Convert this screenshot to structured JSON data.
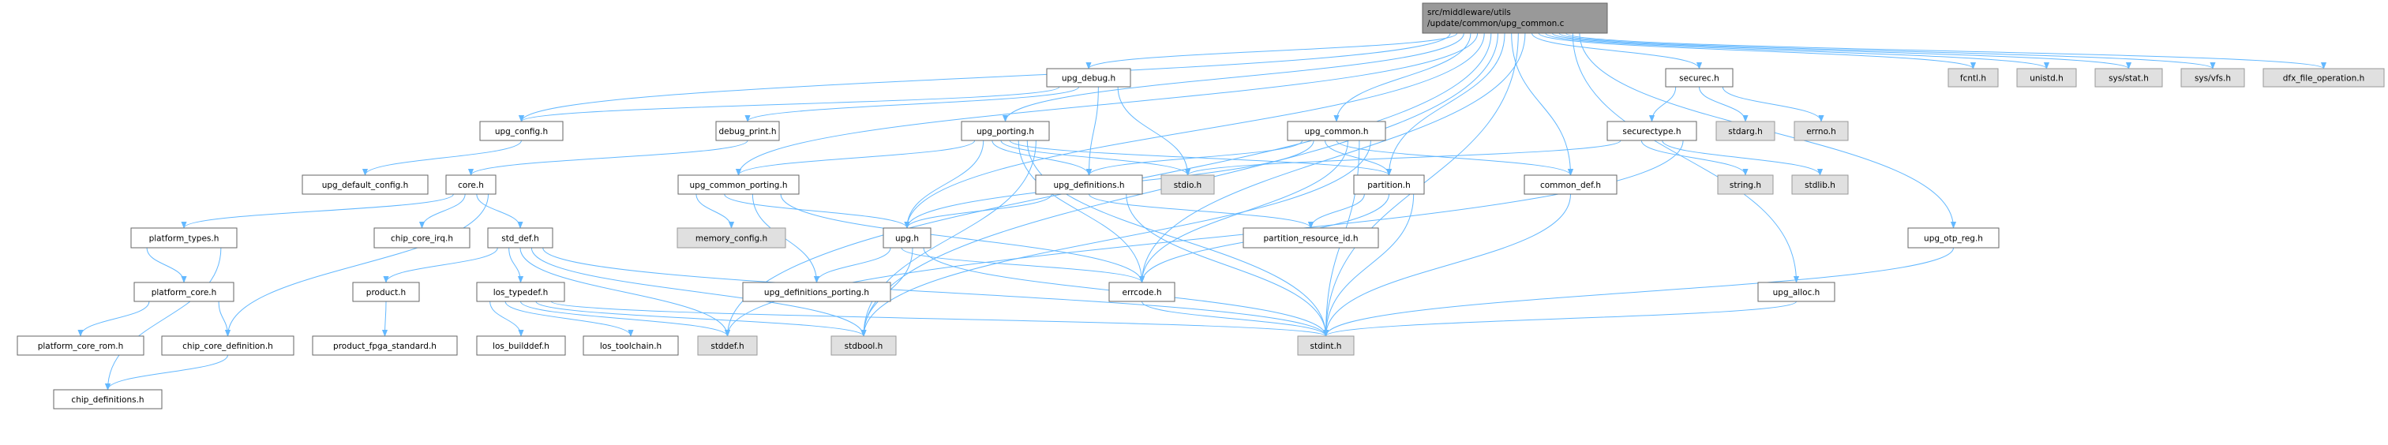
{
  "graph": {
    "root": {
      "id": "main",
      "lines": [
        "src/middleware/utils",
        "/update/common/upg_common.c"
      ]
    },
    "nodes": [
      {
        "id": "upg_config",
        "label": "upg_config.h",
        "kind": "local"
      },
      {
        "id": "debug_print",
        "label": "debug_print.h",
        "kind": "local"
      },
      {
        "id": "upg_default_config",
        "label": "upg_default_config.h",
        "kind": "local"
      },
      {
        "id": "core",
        "label": "core.h",
        "kind": "local"
      },
      {
        "id": "upg_common_porting",
        "label": "upg_common_porting.h",
        "kind": "local"
      },
      {
        "id": "platform_types",
        "label": "platform_types.h",
        "kind": "local"
      },
      {
        "id": "chip_core_irq",
        "label": "chip_core_irq.h",
        "kind": "local"
      },
      {
        "id": "std_def",
        "label": "std_def.h",
        "kind": "local"
      },
      {
        "id": "memory_config",
        "label": "memory_config.h",
        "kind": "system"
      },
      {
        "id": "platform_core",
        "label": "platform_core.h",
        "kind": "local"
      },
      {
        "id": "product",
        "label": "product.h",
        "kind": "local"
      },
      {
        "id": "los_typedef",
        "label": "los_typedef.h",
        "kind": "local"
      },
      {
        "id": "upg_definitions_porting",
        "label": "upg_definitions_porting.h",
        "kind": "local"
      },
      {
        "id": "platform_core_rom",
        "label": "platform_core_rom.h",
        "kind": "local"
      },
      {
        "id": "chip_core_definition",
        "label": "chip_core_definition.h",
        "kind": "local"
      },
      {
        "id": "product_fpga_standard",
        "label": "product_fpga_standard.h",
        "kind": "local"
      },
      {
        "id": "los_builddef",
        "label": "los_builddef.h",
        "kind": "local"
      },
      {
        "id": "los_toolchain",
        "label": "los_toolchain.h",
        "kind": "local"
      },
      {
        "id": "stddef",
        "label": "stddef.h",
        "kind": "system"
      },
      {
        "id": "chip_definitions",
        "label": "chip_definitions.h",
        "kind": "local"
      },
      {
        "id": "upg_debug",
        "label": "upg_debug.h",
        "kind": "local"
      },
      {
        "id": "upg_porting",
        "label": "upg_porting.h",
        "kind": "local"
      },
      {
        "id": "upg_common",
        "label": "upg_common.h",
        "kind": "local"
      },
      {
        "id": "upg_definitions",
        "label": "upg_definitions.h",
        "kind": "local"
      },
      {
        "id": "stdio",
        "label": "stdio.h",
        "kind": "system"
      },
      {
        "id": "partition",
        "label": "partition.h",
        "kind": "local"
      },
      {
        "id": "common_def",
        "label": "common_def.h",
        "kind": "local"
      },
      {
        "id": "upg",
        "label": "upg.h",
        "kind": "local"
      },
      {
        "id": "partition_resource_id",
        "label": "partition_resource_id.h",
        "kind": "local"
      },
      {
        "id": "errcode",
        "label": "errcode.h",
        "kind": "local"
      },
      {
        "id": "stdbool",
        "label": "stdbool.h",
        "kind": "system"
      },
      {
        "id": "stdint",
        "label": "stdint.h",
        "kind": "system"
      },
      {
        "id": "securec",
        "label": "securec.h",
        "kind": "local"
      },
      {
        "id": "fcntl",
        "label": "fcntl.h",
        "kind": "system"
      },
      {
        "id": "unistd",
        "label": "unistd.h",
        "kind": "system"
      },
      {
        "id": "sys_stat",
        "label": "sys/stat.h",
        "kind": "system"
      },
      {
        "id": "sys_vfs",
        "label": "sys/vfs.h",
        "kind": "system"
      },
      {
        "id": "dfx_file_operation",
        "label": "dfx_file_operation.h",
        "kind": "system"
      },
      {
        "id": "securectype",
        "label": "securectype.h",
        "kind": "local"
      },
      {
        "id": "stdarg",
        "label": "stdarg.h",
        "kind": "system"
      },
      {
        "id": "errno",
        "label": "errno.h",
        "kind": "system"
      },
      {
        "id": "string",
        "label": "string.h",
        "kind": "system"
      },
      {
        "id": "stdlib",
        "label": "stdlib.h",
        "kind": "system"
      },
      {
        "id": "upg_otp_reg",
        "label": "upg_otp_reg.h",
        "kind": "local"
      },
      {
        "id": "upg_alloc",
        "label": "upg_alloc.h",
        "kind": "local"
      }
    ],
    "edges": [
      [
        "main",
        "upg_config"
      ],
      [
        "main",
        "upg_debug"
      ],
      [
        "main",
        "upg_porting"
      ],
      [
        "main",
        "upg_common"
      ],
      [
        "main",
        "upg_common_porting"
      ],
      [
        "main",
        "upg"
      ],
      [
        "main",
        "stddef"
      ],
      [
        "main",
        "stdbool"
      ],
      [
        "main",
        "partition"
      ],
      [
        "main",
        "common_def"
      ],
      [
        "main",
        "stdint"
      ],
      [
        "main",
        "errcode"
      ],
      [
        "main",
        "securec"
      ],
      [
        "main",
        "fcntl"
      ],
      [
        "main",
        "unistd"
      ],
      [
        "main",
        "sys_stat"
      ],
      [
        "main",
        "sys_vfs"
      ],
      [
        "main",
        "dfx_file_operation"
      ],
      [
        "main",
        "upg_alloc"
      ],
      [
        "main",
        "upg_otp_reg"
      ],
      [
        "upg_debug",
        "upg_config"
      ],
      [
        "upg_debug",
        "debug_print"
      ],
      [
        "upg_debug",
        "upg_definitions"
      ],
      [
        "upg_debug",
        "stdio"
      ],
      [
        "upg_config",
        "upg_default_config"
      ],
      [
        "debug_print",
        "core"
      ],
      [
        "core",
        "platform_types"
      ],
      [
        "core",
        "chip_core_irq"
      ],
      [
        "core",
        "std_def"
      ],
      [
        "core",
        "chip_core_definition"
      ],
      [
        "platform_types",
        "platform_core"
      ],
      [
        "platform_types",
        "chip_definitions"
      ],
      [
        "platform_core",
        "platform_core_rom"
      ],
      [
        "platform_core",
        "chip_core_definition"
      ],
      [
        "chip_core_definition",
        "chip_definitions"
      ],
      [
        "std_def",
        "product"
      ],
      [
        "std_def",
        "los_typedef"
      ],
      [
        "std_def",
        "stddef"
      ],
      [
        "std_def",
        "stdbool"
      ],
      [
        "std_def",
        "stdint"
      ],
      [
        "product",
        "product_fpga_standard"
      ],
      [
        "los_typedef",
        "los_builddef"
      ],
      [
        "los_typedef",
        "los_toolchain"
      ],
      [
        "los_typedef",
        "stddef"
      ],
      [
        "los_typedef",
        "stdbool"
      ],
      [
        "los_typedef",
        "stdint"
      ],
      [
        "upg_porting",
        "upg_common_porting"
      ],
      [
        "upg_porting",
        "upg"
      ],
      [
        "upg_porting",
        "upg_definitions"
      ],
      [
        "upg_porting",
        "stdio"
      ],
      [
        "upg_porting",
        "partition"
      ],
      [
        "upg_porting",
        "errcode"
      ],
      [
        "upg_porting",
        "stdint"
      ],
      [
        "upg_porting",
        "stdbool"
      ],
      [
        "upg_common_porting",
        "memory_config"
      ],
      [
        "upg_common_porting",
        "upg"
      ],
      [
        "upg_common_porting",
        "upg_definitions_porting"
      ],
      [
        "upg_common_porting",
        "errcode"
      ],
      [
        "upg_common",
        "upg_definitions"
      ],
      [
        "upg_common",
        "upg"
      ],
      [
        "upg_common",
        "partition"
      ],
      [
        "upg_common",
        "common_def"
      ],
      [
        "upg_common",
        "errcode"
      ],
      [
        "upg_common",
        "stdint"
      ],
      [
        "upg_common",
        "stdbool"
      ],
      [
        "upg_definitions",
        "upg"
      ],
      [
        "upg_definitions",
        "partition_resource_id"
      ],
      [
        "upg_definitions",
        "stdint"
      ],
      [
        "upg",
        "upg_definitions_porting"
      ],
      [
        "upg",
        "errcode"
      ],
      [
        "upg",
        "stdbool"
      ],
      [
        "upg",
        "stdint"
      ],
      [
        "partition",
        "partition_resource_id"
      ],
      [
        "partition",
        "errcode"
      ],
      [
        "partition",
        "stdint"
      ],
      [
        "common_def",
        "stdint"
      ],
      [
        "errcode",
        "stdint"
      ],
      [
        "securec",
        "securectype"
      ],
      [
        "securec",
        "stdarg"
      ],
      [
        "securec",
        "errno"
      ],
      [
        "securectype",
        "stdio"
      ],
      [
        "securectype",
        "string"
      ],
      [
        "securectype",
        "stdlib"
      ],
      [
        "securectype",
        "stddef"
      ],
      [
        "upg_alloc",
        "stdint"
      ],
      [
        "upg_otp_reg",
        "stdint"
      ]
    ],
    "colors": {
      "edge": "#63b8ff",
      "root_fill": "#999999",
      "system_fill": "#e0e0e0",
      "local_fill": "#ffffff"
    }
  }
}
